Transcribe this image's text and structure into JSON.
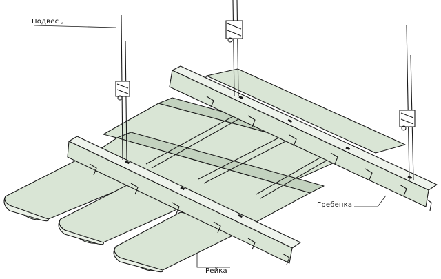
{
  "labels": {
    "hanger": "Подвес ,",
    "comb": "Гребенка",
    "slat": "Рейка"
  },
  "colors": {
    "panel_fill": "#d9e5d5",
    "panel_shade": "#c3d2bf",
    "panel_light": "#eaf1e7",
    "outline": "#1a1a1a",
    "carrier_fill": "#eef3ec"
  }
}
